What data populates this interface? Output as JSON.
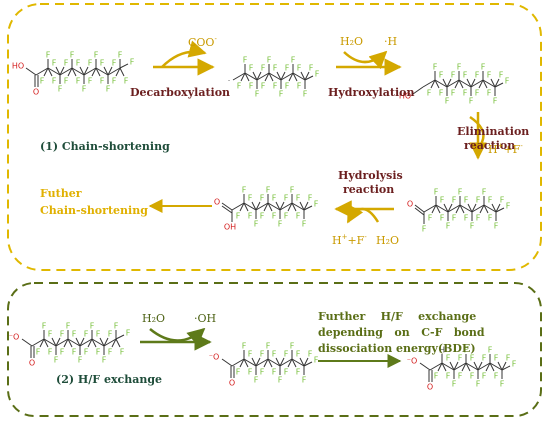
{
  "steps": {
    "decarboxylation": "Decarboxylation",
    "hydroxylation": "Hydroxylation",
    "elimination_1": "Elimination",
    "elimination_2": "reaction",
    "hydrolysis_1": "Hydrolysis",
    "hydrolysis_2": "reaction",
    "further_1": "Futher",
    "further_2": "Chain-shortening",
    "hf_1": "Further    H/F    exchange",
    "hf_2": "depending   on   C-F   bond",
    "hf_3": "dissociation energy(BDE)"
  },
  "sections": {
    "chain_shortening": "(1)  Chain-shortening",
    "hf_exchange": "(2)  H/F exchange"
  },
  "reagents": {
    "coo": "COO",
    "coo_sup": "-",
    "h2o_1": "H₂O",
    "h_radical": "·H",
    "hf_1": "H",
    "hf_1_sup": "+",
    "hf_1_tail": "+F",
    "hf_1_sup2": "-",
    "hf_2": "H",
    "hf_2_sup": "+",
    "hf_2_tail": "+F",
    "hf_2_sup2": "-",
    "h2o_2": "H₂O",
    "h2o_3": "H₂O",
    "oh_radical": "·OH"
  },
  "atoms": {
    "F": "F",
    "O": "O",
    "H": "H",
    "OH": "OH",
    "HO": "HO",
    "O_minus": "⁻O",
    "dot": "·"
  },
  "colors": {
    "gold_border": "#e0b800",
    "olive_border": "#5a6e16",
    "gold_arrow": "#d4a800",
    "olive_arrow": "#5e7a1a",
    "fluorine": "#7cc242",
    "oxygen": "#d42020",
    "bond": "#333333"
  }
}
